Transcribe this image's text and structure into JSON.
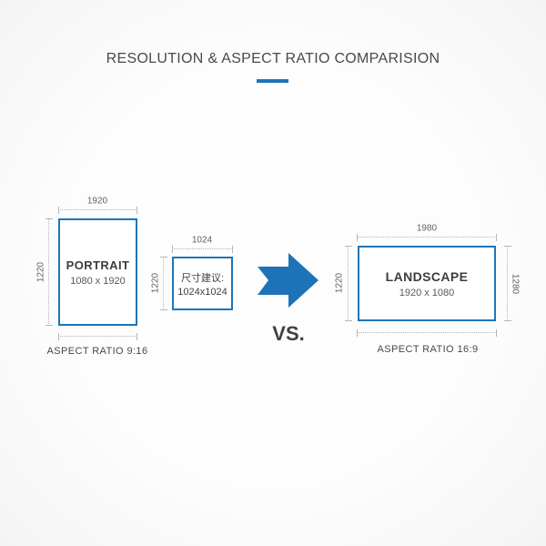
{
  "title": "RESOLUTION & ASPECT RATIO COMPARISION",
  "colors": {
    "accent_blue": "#1b75bb",
    "title_text": "#46494e",
    "dark_text": "#3a3d41",
    "gray_text": "#54575b",
    "dim_line_gray": "#b3b3b3",
    "background": "#fdfdfd"
  },
  "vs_label": "VS.",
  "portrait": {
    "label": "PORTRAIT",
    "resolution": "1080 x 1920",
    "width_dim": "1920",
    "height_dim": "1220",
    "aspect_label": "ASPECT RATIO 9:16"
  },
  "suggestion_box": {
    "caption": "尺寸建议:",
    "resolution": "1024x1024",
    "width_dim": "1024",
    "height_dim": "1220"
  },
  "landscape": {
    "label": "LANDSCAPE",
    "resolution": "1920 x 1080",
    "width_dim": "1980",
    "height_dim_left": "1220",
    "height_dim_right": "1280",
    "aspect_label": "ASPECT RATIO 16:9"
  }
}
